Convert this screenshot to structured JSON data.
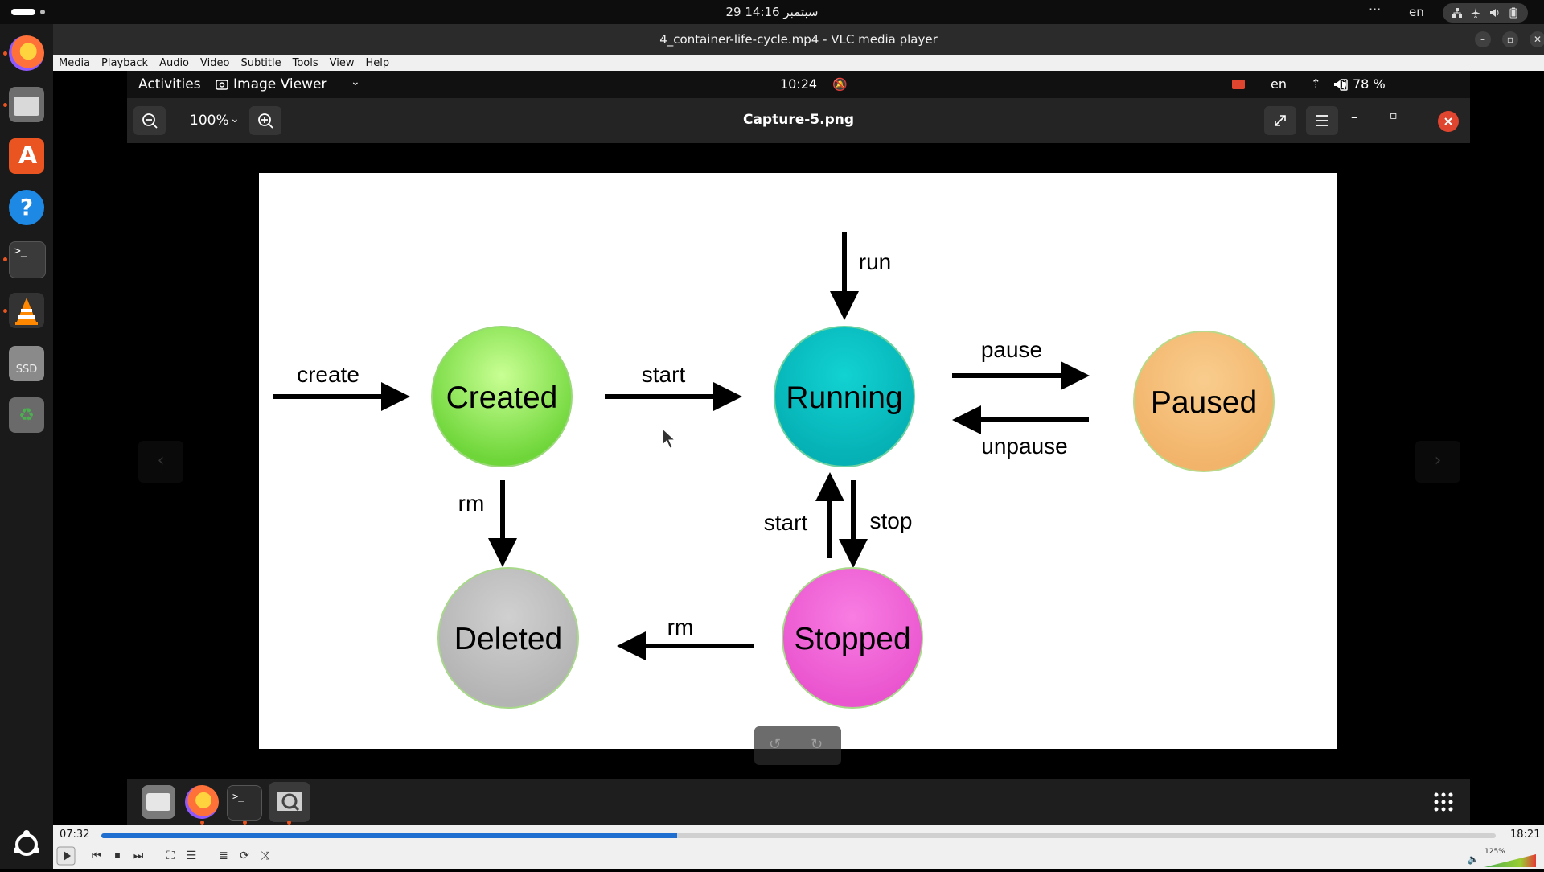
{
  "host": {
    "clock": "29 سبتمبر  14:16",
    "more": "···",
    "lang": "en",
    "dock": [
      {
        "name": "firefox",
        "color": "#ff7139",
        "running": true
      },
      {
        "name": "files",
        "color": "#777777",
        "running": true
      },
      {
        "name": "app-center",
        "color": "#e95420",
        "running": false
      },
      {
        "name": "help",
        "color": "#1e88e5",
        "running": false
      },
      {
        "name": "terminal",
        "color": "#333333",
        "running": true
      },
      {
        "name": "vlc",
        "color": "#ff8800",
        "running": true
      },
      {
        "name": "ssd-drive",
        "color": "#888888",
        "running": false
      },
      {
        "name": "trash",
        "color": "#6a6a6a",
        "running": false
      }
    ],
    "ssd_label": "SSD"
  },
  "vlc": {
    "title": "4_container-life-cycle.mp4 - VLC media player",
    "menu": [
      "Media",
      "Playback",
      "Audio",
      "Video",
      "Subtitle",
      "Tools",
      "View",
      "Help"
    ],
    "time_elapsed": "07:32",
    "time_total": "18:21",
    "progress_fraction": 0.413,
    "volume_label": "125%"
  },
  "inner": {
    "activities": "Activities",
    "app_name": "Image Viewer",
    "clock": "10:24",
    "lang": "en",
    "battery": "78 %",
    "zoom": "100%",
    "file_title": "Capture-5.png"
  },
  "diagram": {
    "states": {
      "created": {
        "label": "Created",
        "color": "#8ee85a"
      },
      "running": {
        "label": "Running",
        "color": "#0cc4c4"
      },
      "paused": {
        "label": "Paused",
        "color": "#f6c27f"
      },
      "deleted": {
        "label": "Deleted",
        "color": "#c4c4c4"
      },
      "stopped": {
        "label": "Stopped",
        "color": "#f36ad8"
      }
    },
    "transitions": {
      "create": "create",
      "start": "start",
      "run": "run",
      "pause": "pause",
      "unpause": "unpause",
      "rm_created": "rm",
      "start_stopped": "start",
      "stop": "stop",
      "rm_stopped": "rm"
    }
  }
}
